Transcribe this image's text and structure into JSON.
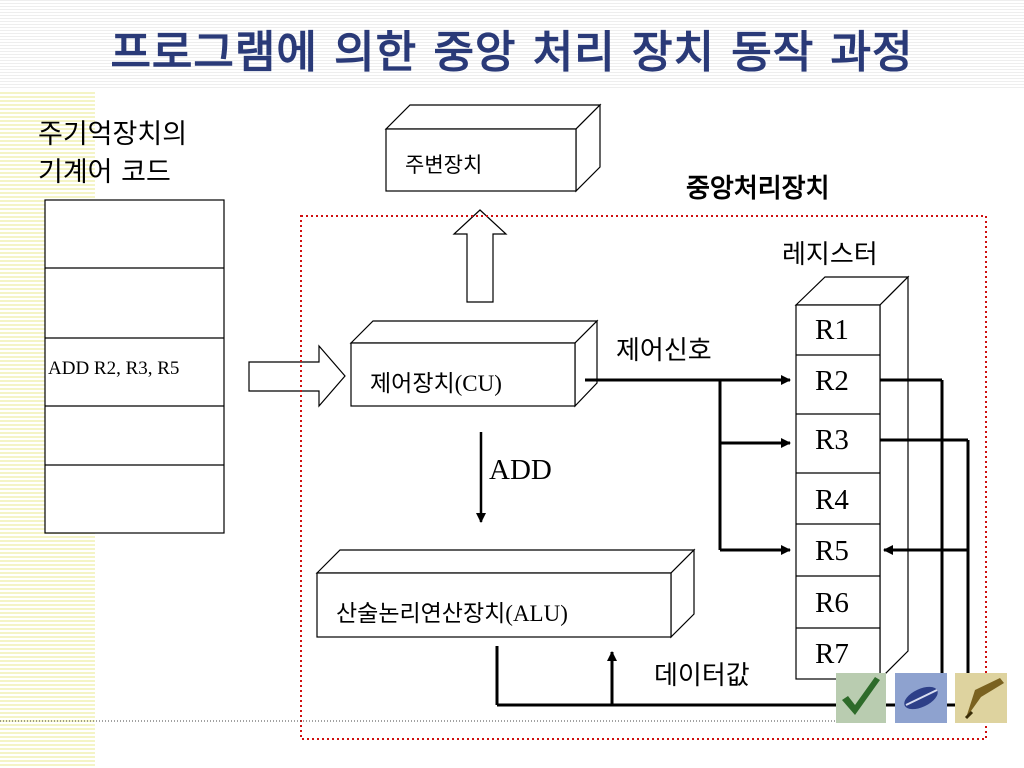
{
  "title": "프로그램에 의한 중앙 처리 장치 동작 과정",
  "memory": {
    "label_line1": "주기억장치의",
    "label_line2": "기계어 코드",
    "instruction": "ADD R2, R3, R5"
  },
  "peripheral": {
    "label": "주변장치"
  },
  "cpu": {
    "label": "중앙처리장치"
  },
  "control_unit": {
    "label": "제어장치(CU)"
  },
  "alu": {
    "label": "산술논리연산장치(ALU)"
  },
  "control_signal": {
    "label": "제어신호"
  },
  "operation": {
    "label": "ADD"
  },
  "data_value": {
    "label": "데이터값"
  },
  "registers": {
    "label": "레지스터",
    "items": [
      "R1",
      "R2",
      "R3",
      "R4",
      "R5",
      "R6",
      "R7"
    ]
  },
  "decor_icons": [
    "checkmark-icon",
    "leaf-icon",
    "pencil-icon"
  ]
}
